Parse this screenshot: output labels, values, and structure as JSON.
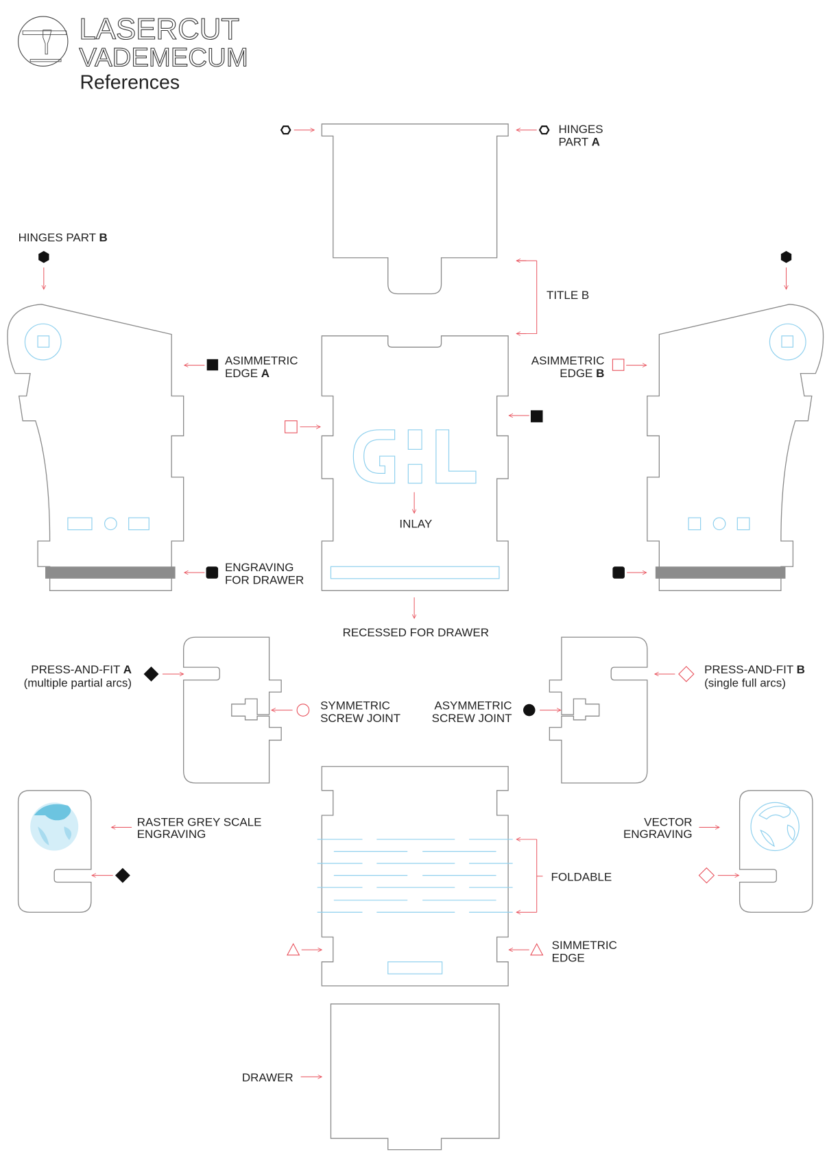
{
  "header": {
    "line1": "LASERCUT",
    "line2": "VADEMECUM",
    "subtitle": "References"
  },
  "labels": {
    "hinges_a_1": "HINGES",
    "hinges_a_2": "PART ",
    "hinges_a_bold": "A",
    "hinges_b": "HINGES PART ",
    "hinges_b_bold": "B",
    "title_b": "TITLE B",
    "asym_a_1": "ASIMMETRIC",
    "asym_a_2": "EDGE ",
    "asym_a_bold": "A",
    "asym_b_1": "ASIMMETRIC",
    "asym_b_2": "EDGE ",
    "asym_b_bold": "B",
    "inlay": "INLAY",
    "engraving_1": "ENGRAVING",
    "engraving_2": "FOR DRAWER",
    "recessed": "RECESSED FOR DRAWER",
    "pf_a_1": "PRESS-AND-FIT ",
    "pf_a_bold": "A",
    "pf_a_2": "(multiple partial arcs)",
    "pf_b_1": "PRESS-AND-FIT ",
    "pf_b_bold": "B",
    "pf_b_2": "(single full arcs)",
    "sym_screw_1": "SYMMETRIC",
    "sym_screw_2": "SCREW JOINT",
    "asym_screw_1": "ASYMMETRIC",
    "asym_screw_2": "SCREW JOINT",
    "raster_1": "RASTER GREY SCALE",
    "raster_2": "ENGRAVING",
    "vector_1": "VECTOR",
    "vector_2": "ENGRAVING",
    "foldable": "FOLDABLE",
    "sym_edge_1": "SIMMETRIC",
    "sym_edge_2": "EDGE",
    "drawer": "DRAWER"
  },
  "colors": {
    "cut": "#8a8a8a",
    "engrave": "#8fd0ee",
    "arrow": "#e8505b",
    "raster_fill": "#6cc4e0",
    "grey_bar": "#8c8c8c"
  }
}
